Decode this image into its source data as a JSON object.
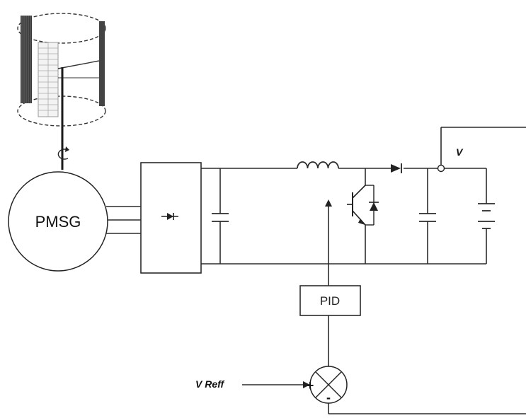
{
  "labels": {
    "generator": "PMSG",
    "controller": "PID",
    "output_voltage": "V",
    "reference": "V Reff",
    "plus_sign": "+",
    "minus_sign": "-"
  },
  "colors": {
    "line": "#2b2b2b",
    "turbine_blade": "#3a3a3a",
    "turbine_shaft_grid": "#9a9a9a"
  },
  "icons": {
    "rotation_arrow": "rotation-arrow-icon",
    "rectifier_diode": "diode-icon",
    "boost_diode": "diode-icon",
    "switch": "igbt-icon",
    "battery": "battery-icon",
    "summing_junction": "summing-junction-icon"
  }
}
